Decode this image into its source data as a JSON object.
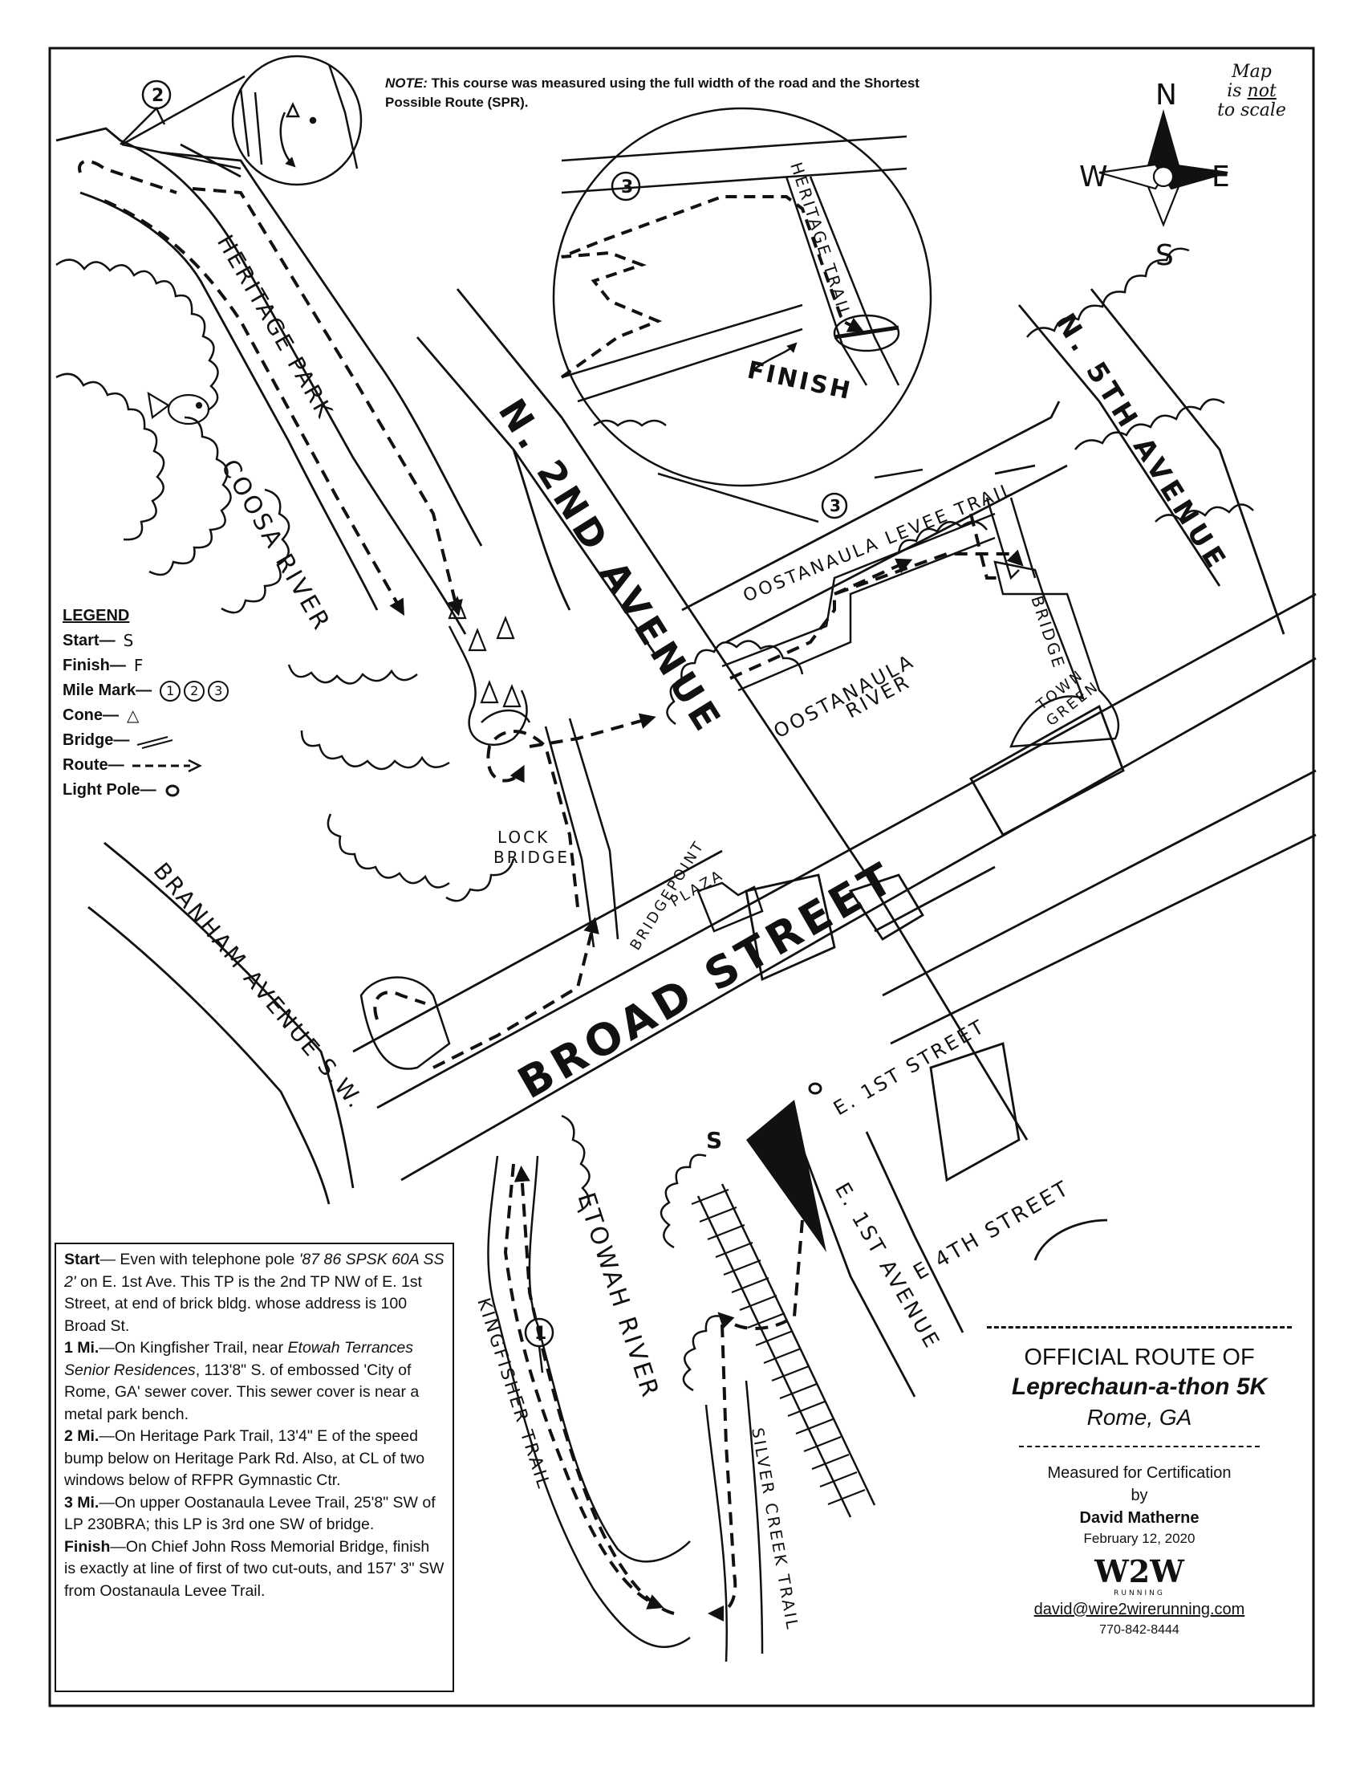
{
  "note": {
    "prefix": "NOTE",
    "text": "This course was measured using the full width of the road and the Shortest Possible Route (SPR)."
  },
  "compass": {
    "n": "N",
    "s": "S",
    "e": "E",
    "w": "W",
    "scale_note_1": "Map",
    "scale_note_2": "is",
    "scale_note_3": "not",
    "scale_note_4": "to scale"
  },
  "streets": {
    "n2nd": "N. 2ND AVENUE",
    "n5th": "N. 5TH AVENUE",
    "broad": "BROAD STREET",
    "branham": "BRANHAM AVENUE S.W.",
    "e1st_street": "E. 1ST STREET",
    "e4th_street": "E 4TH STREET",
    "e1st_avenue": "E. 1ST AVENUE",
    "heritage_park": "HERITAGE PARK",
    "heritage_trail": "HERITAGE TRAIL",
    "levee_trail": "OOSTANAULA LEVEE TRAIL",
    "kingfisher": "KINGFISHER TRAIL",
    "silver_creek": "SILVER CREEK TRAIL",
    "bridge": "BRIDGE",
    "lock_bridge_1": "LOCK",
    "lock_bridge_2": "BRIDGE",
    "plaza_1": "BRIDGEPOINT",
    "plaza_2": "PLAZA",
    "town_1": "TOWN",
    "town_2": "GREEN"
  },
  "rivers": {
    "coosa": "COOSA RIVER",
    "oostanaula_1": "OOSTANAULA",
    "oostanaula_2": "RIVER",
    "etowah": "ETOWAH RIVER"
  },
  "markers": {
    "start": "S",
    "finish": "FINISH",
    "mile1": "1",
    "mile2": "2",
    "mile3": "3"
  },
  "legend": {
    "title": "LEGEND",
    "start_label": "Start—",
    "start_sym": "S",
    "finish_label": "Finish—",
    "finish_sym": "F",
    "mile_label": "Mile Mark—",
    "mile_syms": [
      "1",
      "2",
      "3"
    ],
    "cone_label": "Cone—",
    "bridge_label": "Bridge—",
    "route_label": "Route—",
    "pole_label": "Light Pole—"
  },
  "description": {
    "start_h": "Start",
    "start_a": "— Even with telephone pole ",
    "start_pole": "'87 86 SPSK 60A SS 2'",
    "start_b": " on E. 1st Ave. This TP is the 2nd TP NW of E. 1st Street, at end of brick bldg. whose address is 100 Broad St.",
    "m1_h": "1 Mi.",
    "m1_a": "—On Kingfisher Trail, near ",
    "m1_place": "Etowah Terrances Senior Residences",
    "m1_b": ", 113'8\" S. of embossed 'City of Rome, GA' sewer cover. This sewer cover is near a metal park bench.",
    "m2_h": "2 Mi.",
    "m2_text": "—On Heritage Park Trail, 13'4\" E of the speed bump below on Heritage Park Rd. Also, at CL of two windows below of RFPR Gymnastic Ctr.",
    "m3_h": "3 Mi.",
    "m3_text": "—On upper Oostanaula Levee Trail, 25'8\" SW of LP 230BRA; this LP is 3rd one SW of bridge.",
    "fin_h": "Finish",
    "fin_text": "—On Chief John Ross Memorial Bridge, finish is exactly at line of first of two cut-outs, and 157' 3\" SW from Oostanaula Levee Trail."
  },
  "official": {
    "line1": "OFFICIAL ROUTE OF",
    "race": "Leprechaun-a-thon 5K",
    "city": "Rome, GA",
    "measured": "Measured for Certification",
    "by": "by",
    "measurer": "David Matherne",
    "date": "February 12, 2020",
    "logo_text": "W2W",
    "logo_sub": "RUNNING",
    "email": "david@wire2wirerunning.com",
    "phone": "770-842-8444"
  }
}
